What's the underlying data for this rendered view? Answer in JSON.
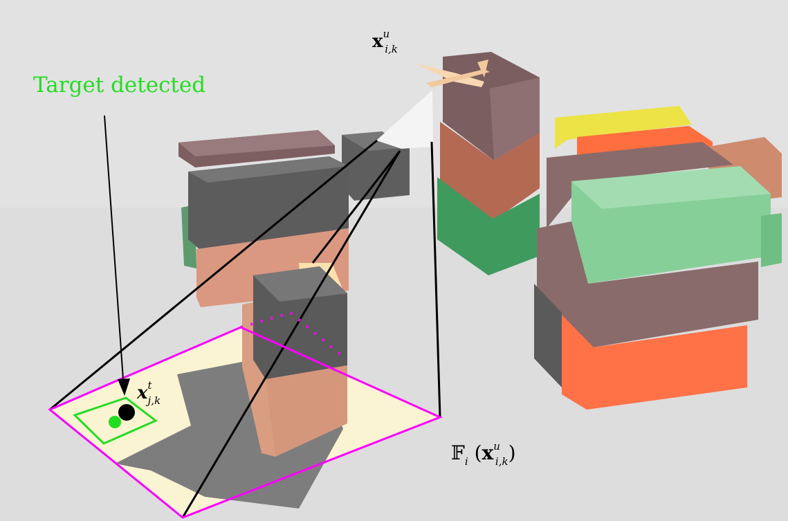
{
  "colors": {
    "ground": "#dddddd",
    "footprint_outline": "#ff00ff",
    "footprint_fill": "#fbf4d2",
    "shadow": "#7d7d7d",
    "target_box": "#22dd22",
    "target_text": "#22dd22",
    "uav": "#f7d8b2"
  },
  "labels": {
    "target_detected": "Target detected",
    "uav_state": {
      "sym": "x",
      "sup": "u",
      "sub": "i,k"
    },
    "target_state": {
      "sym": "x",
      "sup": "t",
      "sub": "j,k"
    },
    "field_of_view": {
      "set": "𝔽",
      "set_sub": "i",
      "arg": {
        "sym": "x",
        "sup": "u",
        "sub": "i,k"
      }
    }
  },
  "containers": [
    {
      "name": "container-dark-gray-far",
      "color": "#5e5e5e"
    },
    {
      "name": "container-maroon-left-top",
      "color": "#7d5f62"
    },
    {
      "name": "container-green-left",
      "color": "#5d9a6e"
    },
    {
      "name": "container-dark-gray-left",
      "color": "#5c5c5c"
    },
    {
      "name": "container-salmon-left",
      "color": "#d9987f"
    },
    {
      "name": "container-salmon-center",
      "color": "#d99e82"
    },
    {
      "name": "container-dark-gray-center",
      "color": "#5a5a5a"
    },
    {
      "name": "container-maroon-stack-top",
      "color": "#7a5e60"
    },
    {
      "name": "container-brown-stack-mid",
      "color": "#b46a52"
    },
    {
      "name": "container-green-stack-bottom",
      "color": "#3f9a5e"
    },
    {
      "name": "container-yellow-right",
      "color": "#ece347"
    },
    {
      "name": "container-orange-right-top",
      "color": "#ff6e3f"
    },
    {
      "name": "container-salmon-far-right",
      "color": "#cf8b6e"
    },
    {
      "name": "container-mint-right",
      "color": "#86cf98"
    },
    {
      "name": "container-maroon-right-mid",
      "color": "#8a6b6c"
    },
    {
      "name": "container-orange-right-bottom",
      "color": "#ff7247"
    },
    {
      "name": "container-dark-gray-right-bottom",
      "color": "#5a5a5a"
    }
  ]
}
